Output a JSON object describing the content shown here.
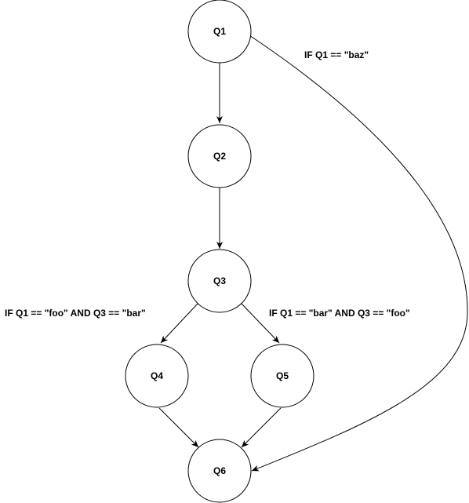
{
  "diagram": {
    "nodes": {
      "q1": "Q1",
      "q2": "Q2",
      "q3": "Q3",
      "q4": "Q4",
      "q5": "Q5",
      "q6": "Q6"
    },
    "edge_labels": {
      "q1_to_q6": "IF Q1 == \"baz\"",
      "q3_to_q4": "IF Q1 == \"foo\" AND Q3 == \"bar\"",
      "q3_to_q5": "IF Q1 == \"bar\" AND Q3 == \"foo\""
    }
  }
}
